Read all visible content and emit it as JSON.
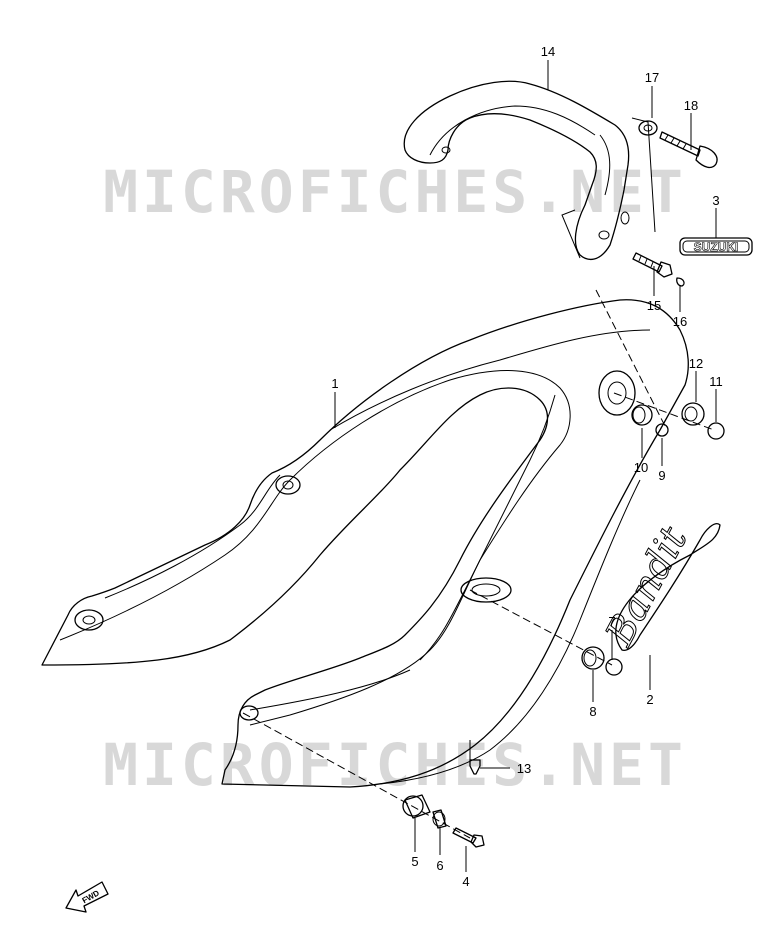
{
  "watermark": "MICROFICHES.NET",
  "emblem": "SUZUKI",
  "script_emblem": "Bandit",
  "fwd_label": "FWD",
  "callouts": {
    "c1": "1",
    "c2": "2",
    "c3": "3",
    "c4": "4",
    "c5": "5",
    "c6": "6",
    "c7": "7",
    "c8": "8",
    "c9": "9",
    "c10": "10",
    "c11": "11",
    "c12": "12",
    "c13": "13",
    "c14": "14",
    "c15": "15",
    "c16": "16",
    "c17": "17",
    "c18": "18"
  }
}
